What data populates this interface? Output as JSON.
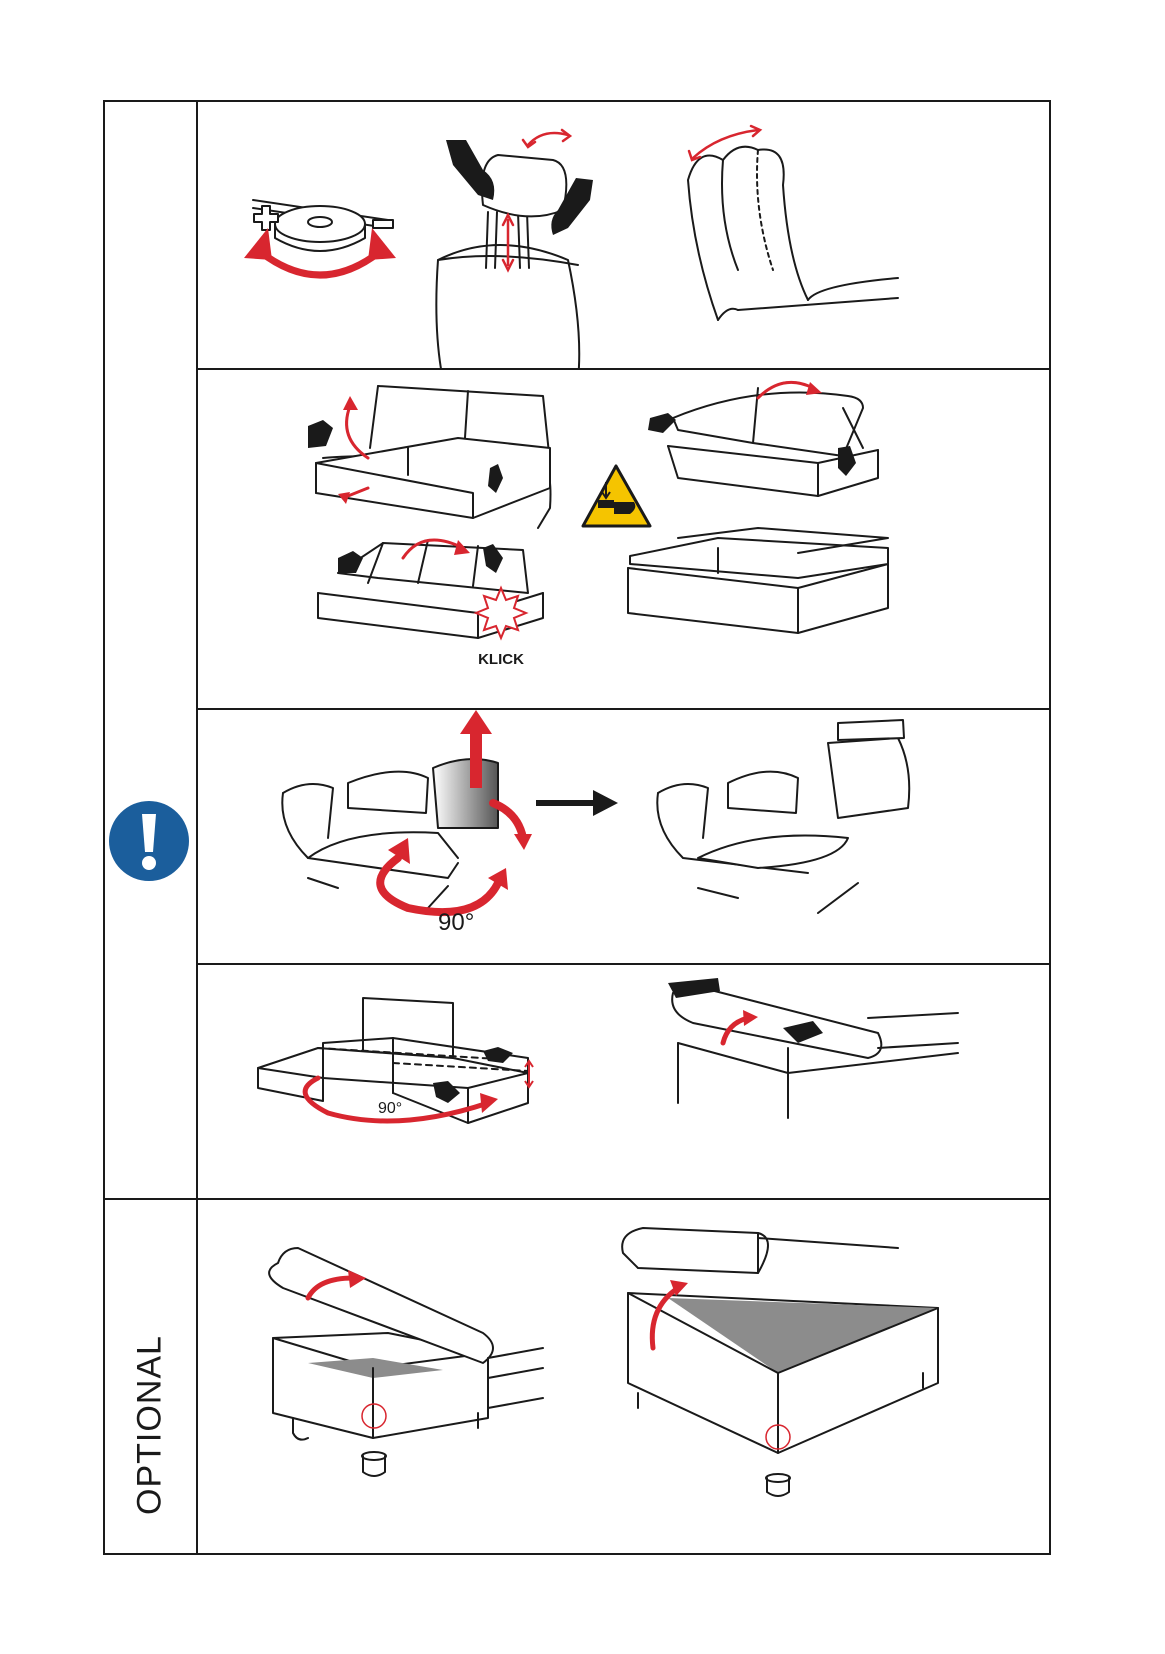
{
  "side": {
    "optional_label": "OPTIONAL"
  },
  "panel2": {
    "klick_label": "KLICK"
  },
  "panel3": {
    "angle_label": "90°"
  },
  "panel4": {
    "angle_label": "90°"
  },
  "colors": {
    "accent_red": "#d8262f",
    "info_blue": "#1b5e9c",
    "warning_yellow": "#f5c400",
    "line": "#1a1a1a",
    "fill_grey": "#8c8c8c"
  },
  "icons": [
    "info-exclamation-icon",
    "pinch-warning-icon",
    "red-arrow-icon",
    "black-arrow-icon",
    "hand-icon"
  ]
}
